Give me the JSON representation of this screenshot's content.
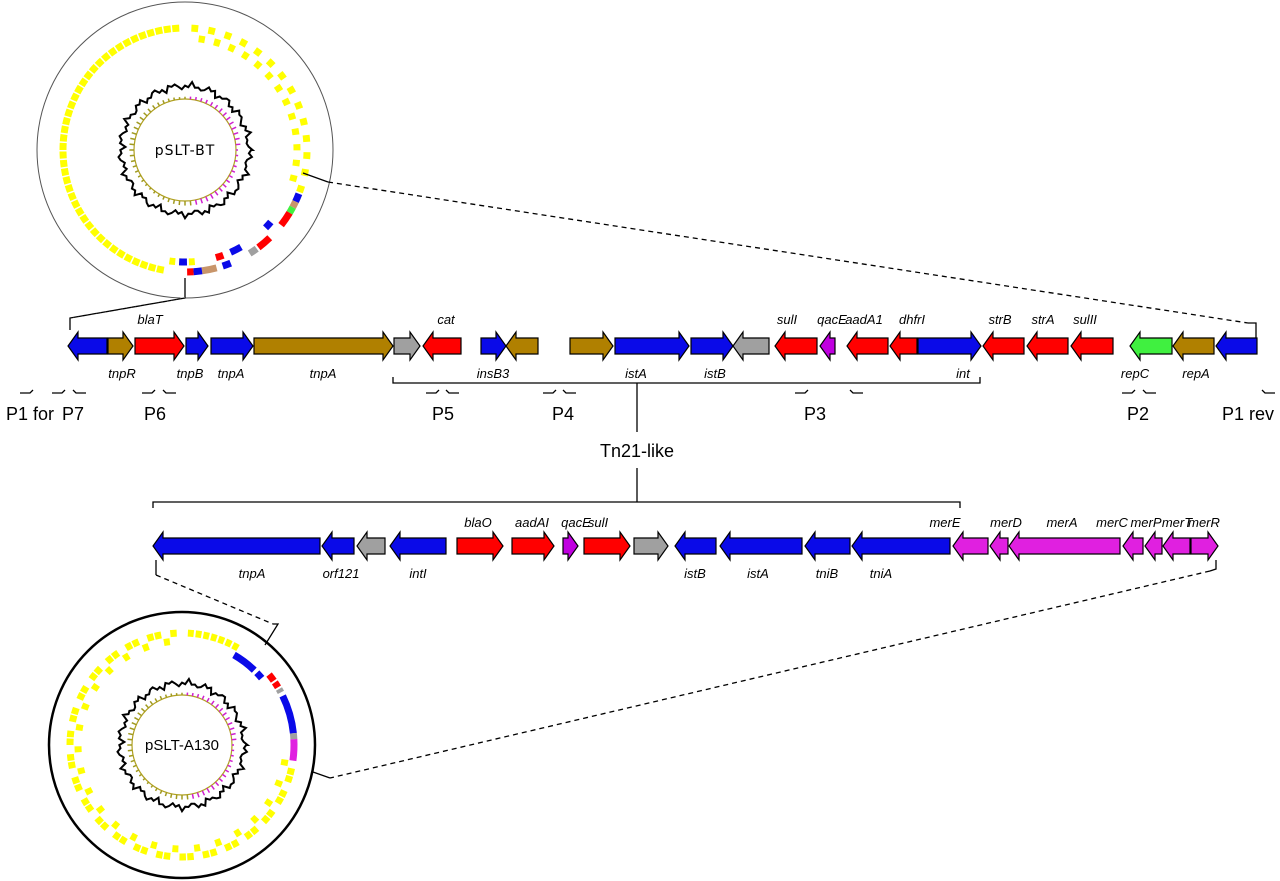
{
  "colors": {
    "blue": "#0a0ae8",
    "brown": "#b08000",
    "red": "#ff0000",
    "grey": "#a0a0a0",
    "magenta": "#e020e0",
    "purple": "#c000e0",
    "green": "#40f040",
    "yellow": "#ffff00",
    "tan": "#c8956a"
  },
  "plasmids": [
    {
      "name": "pSLT-BT"
    },
    {
      "name": "pSLT-A130"
    }
  ],
  "top_row": {
    "genes": [
      {
        "id": "g1",
        "label": "",
        "color": "blue",
        "dir": "left"
      },
      {
        "id": "g2",
        "label": "tnpR",
        "color": "brown",
        "dir": "right",
        "pos": "below"
      },
      {
        "id": "g3",
        "label": "blaT",
        "color": "red",
        "dir": "right",
        "pos": "above"
      },
      {
        "id": "g4",
        "label": "tnpB",
        "color": "blue",
        "dir": "right",
        "pos": "below"
      },
      {
        "id": "g5",
        "label": "tnpA",
        "color": "blue",
        "dir": "right",
        "pos": "below"
      },
      {
        "id": "g6",
        "label": "tnpA",
        "color": "brown",
        "dir": "right",
        "pos": "below"
      },
      {
        "id": "g7",
        "label": "",
        "color": "grey",
        "dir": "right"
      },
      {
        "id": "g8",
        "label": "cat",
        "color": "red",
        "dir": "left",
        "pos": "above"
      },
      {
        "id": "g9",
        "label": "",
        "color": "blue",
        "dir": "right"
      },
      {
        "id": "g10",
        "label": "insB3",
        "color": "brown",
        "dir": "left",
        "pos": "below"
      },
      {
        "id": "g11",
        "label": "",
        "color": "brown",
        "dir": "right"
      },
      {
        "id": "g12",
        "label": "istA",
        "color": "blue",
        "dir": "right",
        "pos": "below"
      },
      {
        "id": "g13",
        "label": "istB",
        "color": "blue",
        "dir": "right",
        "pos": "below"
      },
      {
        "id": "g14",
        "label": "",
        "color": "grey",
        "dir": "left"
      },
      {
        "id": "g15",
        "label": "sulI",
        "color": "red",
        "dir": "left",
        "pos": "above"
      },
      {
        "id": "g16",
        "label": "qacE",
        "color": "purple",
        "dir": "left",
        "pos": "above"
      },
      {
        "id": "g17",
        "label": "aadA1",
        "color": "red",
        "dir": "left",
        "pos": "above"
      },
      {
        "id": "g18",
        "label": "dhfrI",
        "color": "red",
        "dir": "left",
        "pos": "above"
      },
      {
        "id": "g19",
        "label": "int",
        "color": "blue",
        "dir": "right",
        "pos": "below"
      },
      {
        "id": "g20",
        "label": "strB",
        "color": "red",
        "dir": "left",
        "pos": "above"
      },
      {
        "id": "g21",
        "label": "strA",
        "color": "red",
        "dir": "left",
        "pos": "above"
      },
      {
        "id": "g22",
        "label": "sulII",
        "color": "red",
        "dir": "left",
        "pos": "above"
      },
      {
        "id": "g23",
        "label": "repC",
        "color": "green",
        "dir": "left",
        "pos": "below"
      },
      {
        "id": "g24",
        "label": "repA",
        "color": "brown",
        "dir": "left",
        "pos": "below"
      },
      {
        "id": "g25",
        "label": "",
        "color": "blue",
        "dir": "left"
      }
    ],
    "primers": [
      {
        "label": "P1 for"
      },
      {
        "label": "P7"
      },
      {
        "label": "P6"
      },
      {
        "label": "P5"
      },
      {
        "label": "P4"
      },
      {
        "label": "P3"
      },
      {
        "label": "P2"
      },
      {
        "label": "P1 rev"
      }
    ]
  },
  "transposon_label": "Tn21-like",
  "bottom_row": {
    "genes": [
      {
        "id": "b1",
        "label": "tnpA",
        "color": "blue",
        "dir": "left",
        "pos": "below"
      },
      {
        "id": "b2",
        "label": "orf121",
        "color": "blue",
        "dir": "left",
        "pos": "below"
      },
      {
        "id": "b3",
        "label": "",
        "color": "grey",
        "dir": "left"
      },
      {
        "id": "b4",
        "label": "intI",
        "color": "blue",
        "dir": "left",
        "pos": "below"
      },
      {
        "id": "b5",
        "label": "blaO",
        "color": "red",
        "dir": "right",
        "pos": "above"
      },
      {
        "id": "b6",
        "label": "aadAI",
        "color": "red",
        "dir": "right",
        "pos": "above"
      },
      {
        "id": "b7",
        "label": "qacE",
        "color": "purple",
        "dir": "right",
        "pos": "above"
      },
      {
        "id": "b8",
        "label": "sulI",
        "color": "red",
        "dir": "right",
        "pos": "above"
      },
      {
        "id": "b9",
        "label": "",
        "color": "grey",
        "dir": "right"
      },
      {
        "id": "b10",
        "label": "istB",
        "color": "blue",
        "dir": "left",
        "pos": "below"
      },
      {
        "id": "b11",
        "label": "istA",
        "color": "blue",
        "dir": "left",
        "pos": "below"
      },
      {
        "id": "b12",
        "label": "tniB",
        "color": "blue",
        "dir": "left",
        "pos": "below"
      },
      {
        "id": "b13",
        "label": "tniA",
        "color": "blue",
        "dir": "left",
        "pos": "below"
      },
      {
        "id": "b14",
        "label": "merE",
        "color": "magenta",
        "dir": "left",
        "pos": "above"
      },
      {
        "id": "b15",
        "label": "merD",
        "color": "magenta",
        "dir": "left",
        "pos": "above"
      },
      {
        "id": "b16",
        "label": "merA",
        "color": "magenta",
        "dir": "left",
        "pos": "above"
      },
      {
        "id": "b17",
        "label": "merC",
        "color": "magenta",
        "dir": "left",
        "pos": "above"
      },
      {
        "id": "b18",
        "label": "merP",
        "color": "magenta",
        "dir": "left",
        "pos": "above"
      },
      {
        "id": "b19",
        "label": "merT",
        "color": "magenta",
        "dir": "left",
        "pos": "above"
      },
      {
        "id": "b20",
        "label": "merR",
        "color": "magenta",
        "dir": "right",
        "pos": "above"
      }
    ]
  }
}
